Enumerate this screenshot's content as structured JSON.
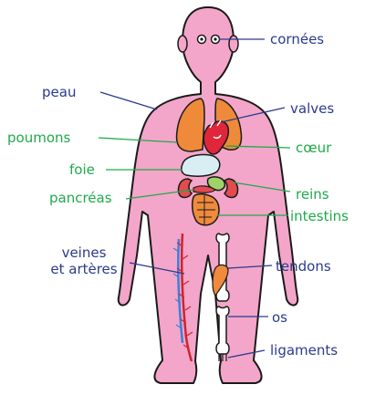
{
  "colors": {
    "skin": "#f3a6c9",
    "outline": "#1a1a1a",
    "label_blue": "#2b3a8f",
    "label_green": "#1faa4b",
    "lungs": "#ee8a3a",
    "heart": "#e0263a",
    "liver": "#d9eef2",
    "stomach": "#9fd36a",
    "kidneys": "#e34b4f",
    "intestines": "#f08a3c",
    "vein": "#3d7fd9",
    "artery": "#d2222f",
    "bone": "#ffffff"
  },
  "labels": {
    "cornees": "cornées",
    "peau": "peau",
    "valves": "valves",
    "poumons": "poumons",
    "coeur": "cœur",
    "foie": "foie",
    "reins": "reins",
    "pancreas": "pancréas",
    "intestins": "intestins",
    "veines_line1": "veines",
    "veines_line2": "et artères",
    "tendons": "tendons",
    "os": "os",
    "ligaments": "ligaments"
  }
}
